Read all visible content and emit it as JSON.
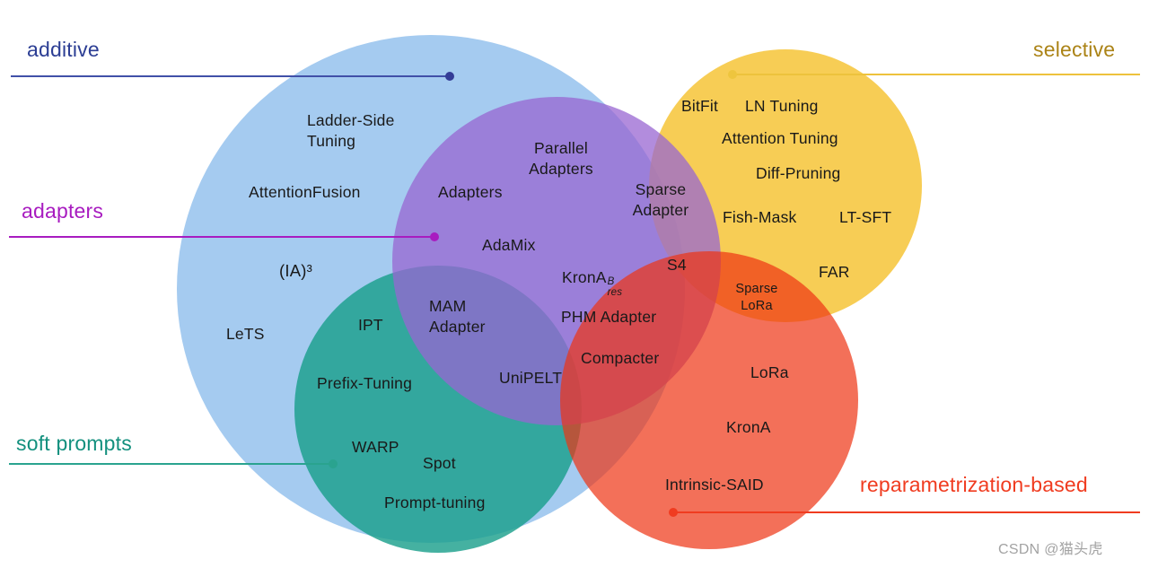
{
  "categories": {
    "additive": {
      "label": "additive",
      "color": "#2c3e94"
    },
    "adapters": {
      "label": "adapters",
      "color": "#a81cc0"
    },
    "soft_prompts": {
      "label": "soft prompts",
      "color": "#13907e"
    },
    "selective": {
      "label": "selective",
      "color": "#ab8316"
    },
    "reparametrization": {
      "label": "reparametrization-based",
      "color": "#f03c20"
    }
  },
  "circle_colors": {
    "additive": "#a5cbf0",
    "soft_prompts": "#179e8a",
    "selective": "#f5c12a",
    "adapters": "#9865d1",
    "reparametrization": "#ee3313"
  },
  "methods": {
    "ladder_side": "Ladder-Side\nTuning",
    "attention_fusion": "AttentionFusion",
    "ia3": "(IA)³",
    "lets": "LeTS",
    "parallel_adapters": "Parallel\nAdapters",
    "adapters_m": "Adapters",
    "adamix": "AdaMix",
    "mam_adapter": "MAM\nAdapter",
    "ipt": "IPT",
    "prefix_tuning": "Prefix-Tuning",
    "warp": "WARP",
    "spot": "Spot",
    "prompt_tuning": "Prompt-tuning",
    "unipelt": "UniPELT",
    "krona_res": {
      "base": "KronA",
      "sup": "B",
      "sub": "res"
    },
    "phm_adapter": "PHM Adapter",
    "compacter": "Compacter",
    "sparse_adapter": "Sparse\nAdapter",
    "s4": "S4",
    "sparse_lora": "Sparse\nLoRa",
    "bitfit": "BitFit",
    "ln_tuning": "LN Tuning",
    "attention_tuning": "Attention Tuning",
    "diff_pruning": "Diff-Pruning",
    "fish_mask": "Fish-Mask",
    "lt_sft": "LT-SFT",
    "far": "FAR",
    "lora": "LoRa",
    "krona": "KronA",
    "intrinsic_said": "Intrinsic-SAID"
  },
  "watermark": "CSDN @猫头虎"
}
